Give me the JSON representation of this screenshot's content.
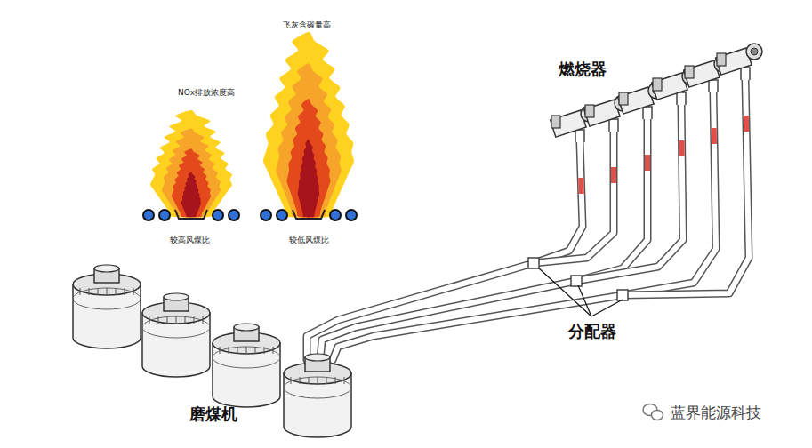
{
  "diagram": {
    "labels": [
      "NOx排放浓度高",
      "飞灰含碳量高",
      "较高风煤比",
      "较低风煤比",
      "燃烧器",
      "分配器",
      "磨煤机",
      "蓝界能源科技"
    ]
  }
}
